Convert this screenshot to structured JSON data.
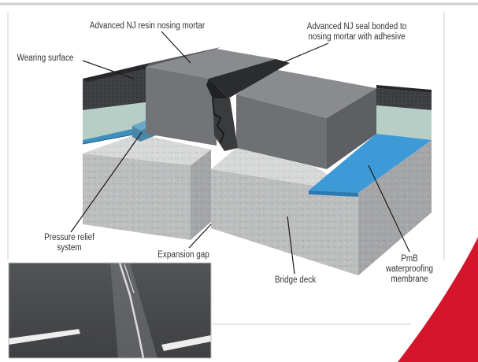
{
  "labels": {
    "resin_mortar": "Advanced NJ resin nosing mortar",
    "seal_line1": "Advanced NJ seal bonded to",
    "seal_line2": "nosing mortar with adhesive",
    "wearing_surface": "Wearing surface",
    "pressure_line1": "Pressure relief",
    "pressure_line2": "system",
    "expansion_gap": "Expansion gap",
    "bridge_deck": "Bridge deck",
    "pmb_line1": "PmB",
    "pmb_line2": "waterproofing",
    "pmb_line3": "membrane"
  },
  "colors": {
    "membrane": "#3d9ad6",
    "asphalt": "#3a3b3e",
    "mortar": "#7f8083",
    "concrete": "#b9babb",
    "accent_red": "#d4152b"
  }
}
